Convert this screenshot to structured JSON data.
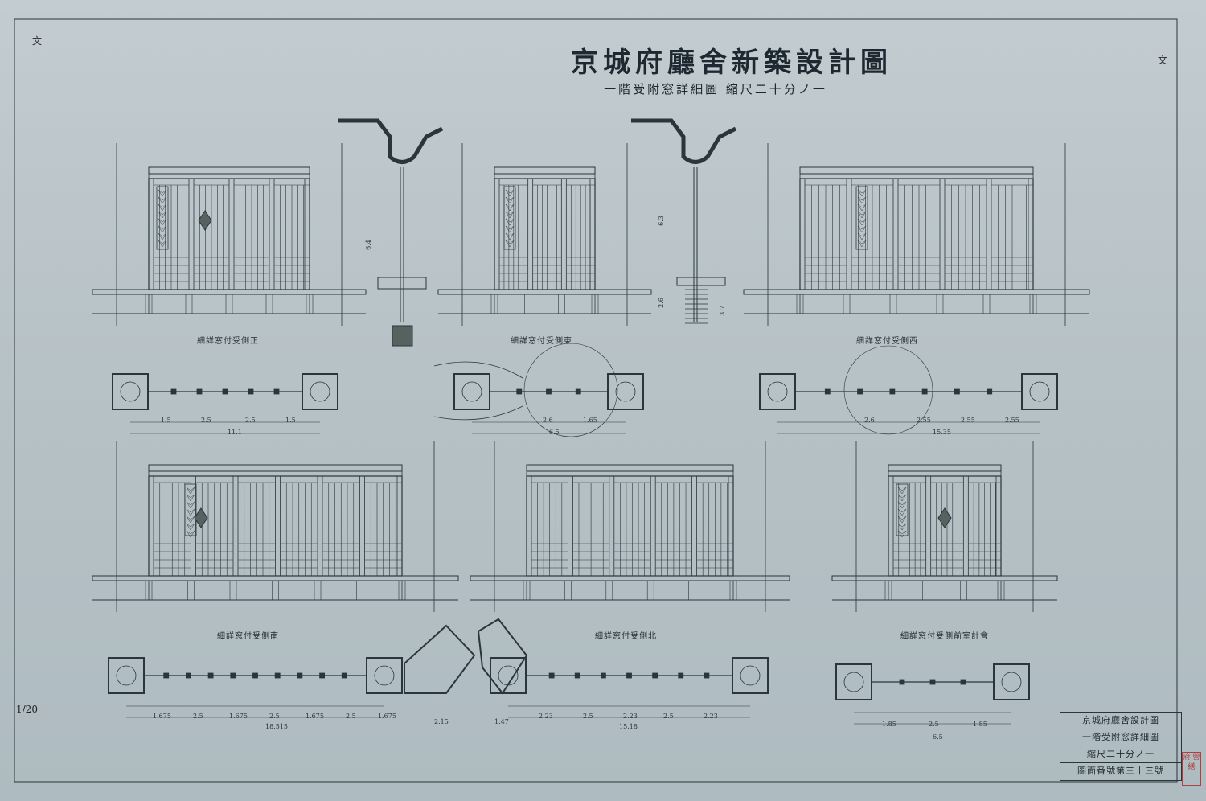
{
  "title": "京城府廳舍新築設計圖",
  "subtitle": "一階受附窓詳細圖 縮尺二十分ノ一",
  "captions": {
    "elev1": "細詳窓付受側正",
    "elev2": "細詳窓付受側東",
    "elev3": "細詳窓付受側西",
    "elev4": "細詳窓付受側南",
    "elev5": "細詳窓付受側北",
    "elev6": "細詳窓付受側前室計會"
  },
  "dims": {
    "plan1": [
      "1.5",
      "2.5",
      "2.5",
      "1.5"
    ],
    "plan1_total": "11.1",
    "plan2": [
      "2.6",
      "1.65"
    ],
    "plan2_total": "6.5",
    "plan3": [
      "2.6",
      "2.55",
      "2.55",
      "2.55"
    ],
    "plan3_total": "15.35",
    "plan4": [
      "1.675",
      "2.5",
      "1.675",
      "2.5",
      "1.675",
      "2.5",
      "1.675"
    ],
    "plan4_total": "18.515",
    "plan4_extra": "2.15",
    "plan5": [
      "1.47",
      "2.23",
      "2.5",
      "2.23",
      "2.5",
      "2.23"
    ],
    "plan5_total": "15.18",
    "plan6": [
      "1.85",
      "2.5",
      "1.85"
    ],
    "plan6_total": "6.5",
    "section1_height": "6.4",
    "section2_heights": [
      "6.3",
      "2.6",
      "3.7"
    ]
  },
  "title_block": {
    "row1": "京城府廳舍設計圖",
    "row2": "一階受附窓詳細圖",
    "row3": "縮尺二十分ノ一",
    "row4": "圖面番號第三十三號"
  },
  "scale_note": "1/20",
  "stamp": "府 營繕",
  "corner_marks": [
    "文",
    "文"
  ],
  "colors": {
    "ink": "#2a353c",
    "paper": "#bcc7cb",
    "shade": "#55625f"
  }
}
